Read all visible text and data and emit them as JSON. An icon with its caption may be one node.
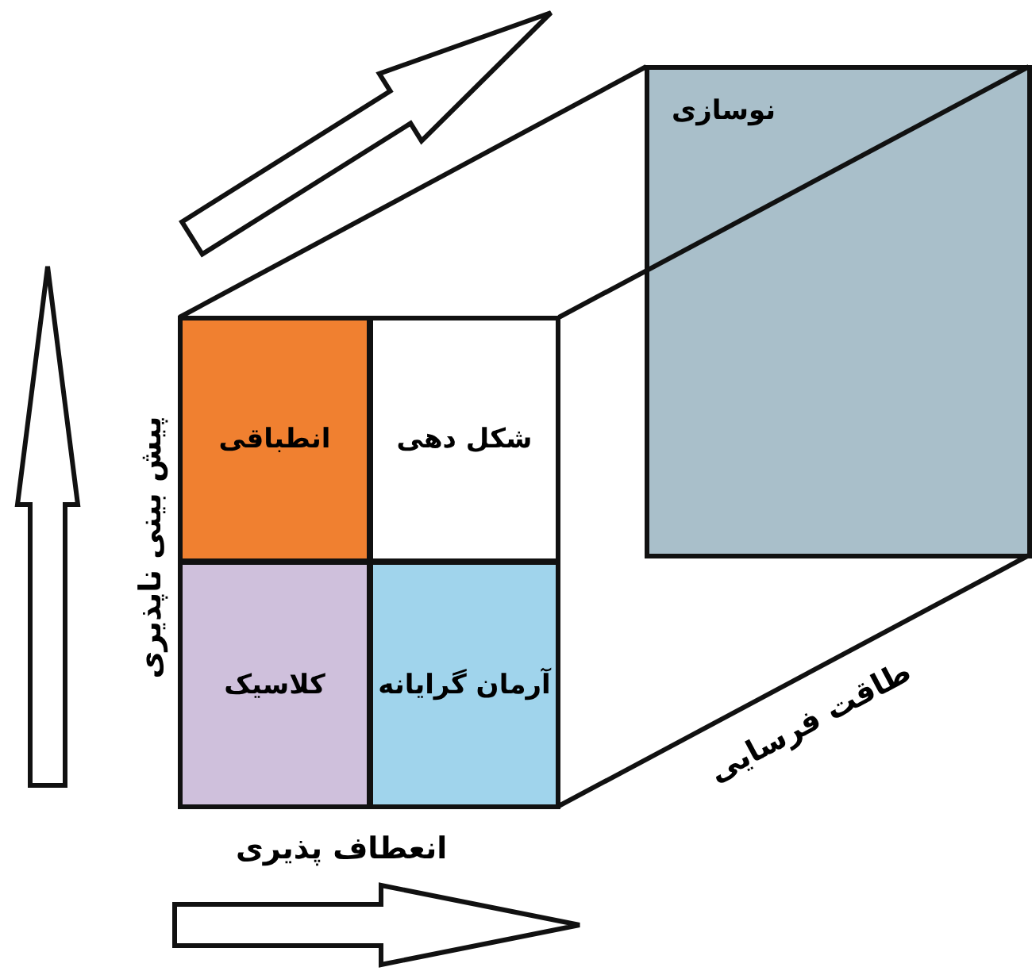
{
  "diagram": {
    "nodes": [
      {
        "text": [
          "نوسازی"
        ]
      },
      {
        "text": [
          "انطباقی"
        ]
      },
      {
        "text": [
          "شکل دهی"
        ]
      },
      {
        "text": [
          "کلاسیک"
        ]
      },
      {
        "text": [
          "آرمان گرایانه"
        ]
      }
    ],
    "edges": [],
    "labels": [
      "پیش بینی ناپذیری",
      "طاقت فرسایی",
      "انعطاف پذیری"
    ]
  }
}
